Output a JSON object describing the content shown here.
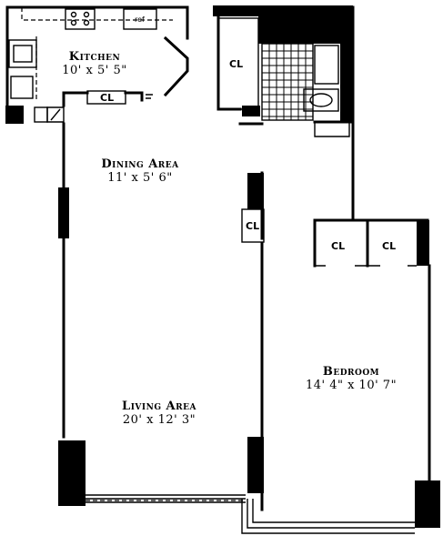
{
  "rooms": {
    "kitchen": {
      "name": "Kitchen",
      "dims": "10' x 5' 5\""
    },
    "dining": {
      "name": "Dining Area",
      "dims": "11' x 5' 6\""
    },
    "living": {
      "name": "Living Area",
      "dims": "20' x 12' 3\""
    },
    "bedroom": {
      "name": "Bedroom",
      "dims": "14' 4\" x 10' 7\""
    }
  },
  "closets": {
    "kitchen_cl": "CL",
    "hall_cl": "CL",
    "center_cl": "CL",
    "bed_cl_left": "CL",
    "bed_cl_right": "CL"
  }
}
